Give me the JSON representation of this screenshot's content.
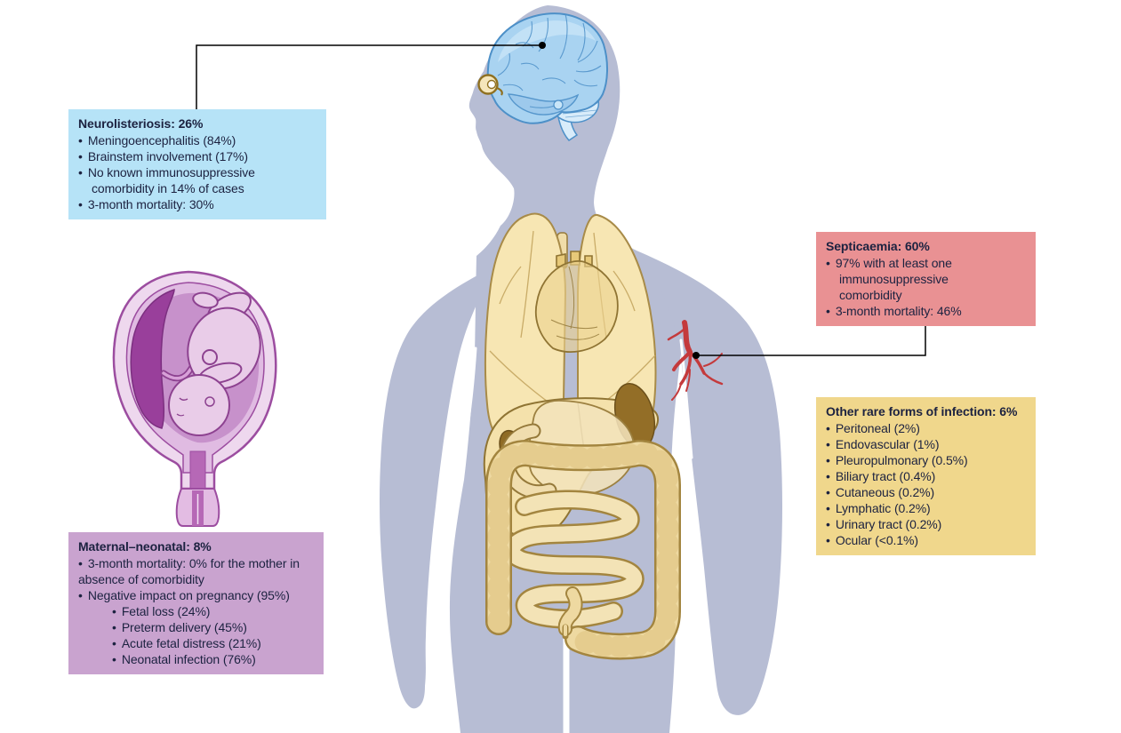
{
  "callouts": [
    {
      "id": "neurolisteriosis",
      "title": "Neurolisteriosis: 26%",
      "bg": "#b6e3f7",
      "items": [
        {
          "text": "Meningoencephalitis (84%)",
          "level": 1
        },
        {
          "text": "Brainstem involvement (17%)",
          "level": 1
        },
        {
          "text": "No known immunosuppressive comorbidity in 14% of cases",
          "level": 1
        },
        {
          "text": "3-month mortality: 30%",
          "level": 1
        }
      ]
    },
    {
      "id": "septicaemia",
      "title": "Septicaemia: 60%",
      "bg": "#e99193",
      "items": [
        {
          "text": "97% with at least one immunosuppressive comorbidity",
          "level": 1
        },
        {
          "text": "3-month mortality: 46%",
          "level": 1
        }
      ]
    },
    {
      "id": "other-rare-forms",
      "title": "Other rare forms of infection: 6%",
      "bg": "#f0d78c",
      "items": [
        {
          "text": "Peritoneal (2%)",
          "level": 1
        },
        {
          "text": "Endovascular (1%)",
          "level": 1
        },
        {
          "text": "Pleuropulmonary (0.5%)",
          "level": 1
        },
        {
          "text": "Biliary tract (0.4%)",
          "level": 1
        },
        {
          "text": "Cutaneous (0.2%)",
          "level": 1
        },
        {
          "text": "Lymphatic (0.2%)",
          "level": 1
        },
        {
          "text": "Urinary tract (0.2%)",
          "level": 1
        },
        {
          "text": "Ocular (<0.1%)",
          "level": 1
        }
      ]
    },
    {
      "id": "maternal-neonatal",
      "title": "Maternal–neonatal: 8%",
      "bg": "#c9a3cf",
      "items": [
        {
          "text": "3-month mortality: 0% for the mother in absence of comorbidity",
          "level": 1,
          "hang": false
        },
        {
          "text": "Negative impact on pregnancy (95%)",
          "level": 1
        },
        {
          "text": "Fetal loss (24%)",
          "level": 2
        },
        {
          "text": "Preterm delivery (45%)",
          "level": 2
        },
        {
          "text": "Acute fetal distress (21%)",
          "level": 2
        },
        {
          "text": "Neonatal infection (76%)",
          "level": 2
        }
      ]
    }
  ],
  "illustration": {
    "body_silhouette": "adult-human-body",
    "organs": [
      "brain",
      "eye",
      "lungs",
      "heart",
      "liver",
      "gallbladder",
      "spleen",
      "stomach",
      "small-intestine",
      "large-intestine",
      "blood-vessel",
      "uterus-with-fetus"
    ],
    "colors": {
      "silhouette": "#b7bdd4",
      "brain": "#a9d3f1",
      "brain_outline": "#4d90c8",
      "organ_tan": "#f6e5b2",
      "organ_outline": "#95793a",
      "organ_dark": "#8f6b25",
      "vessel_red": "#c43a3c",
      "uterus": "#eed8ee",
      "uterus_outline": "#9c4da0",
      "placenta": "#993f9b",
      "text": "#1c2240"
    }
  }
}
